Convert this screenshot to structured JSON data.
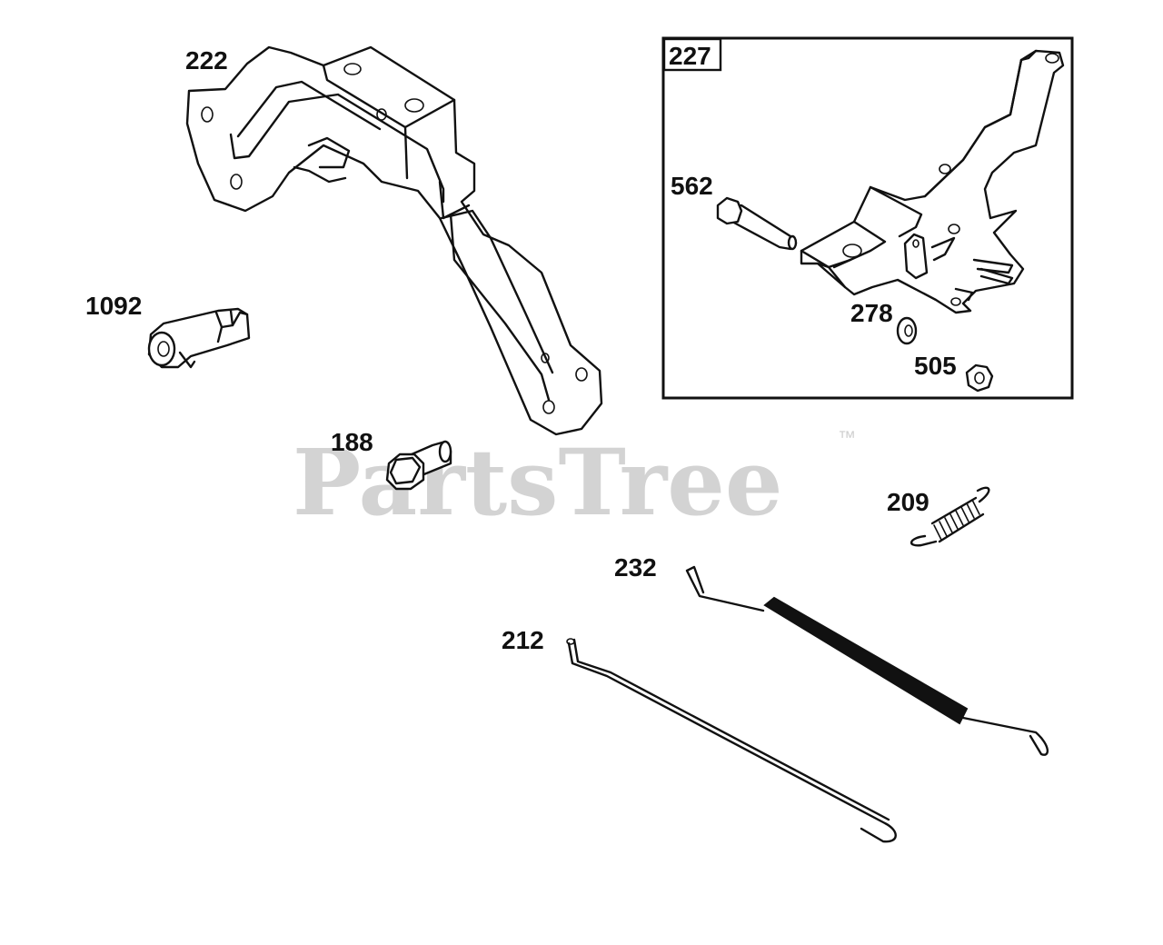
{
  "watermark": {
    "text": "PartsTree",
    "trademark": "™"
  },
  "inset": {
    "label": "227"
  },
  "labels": {
    "l222": "222",
    "l1092": "1092",
    "l188": "188",
    "l562": "562",
    "l278": "278",
    "l505": "505",
    "l209": "209",
    "l232": "232",
    "l212": "212"
  },
  "colors": {
    "line": "#111111",
    "watermark": "#d3d3d3",
    "background": "#ffffff"
  }
}
